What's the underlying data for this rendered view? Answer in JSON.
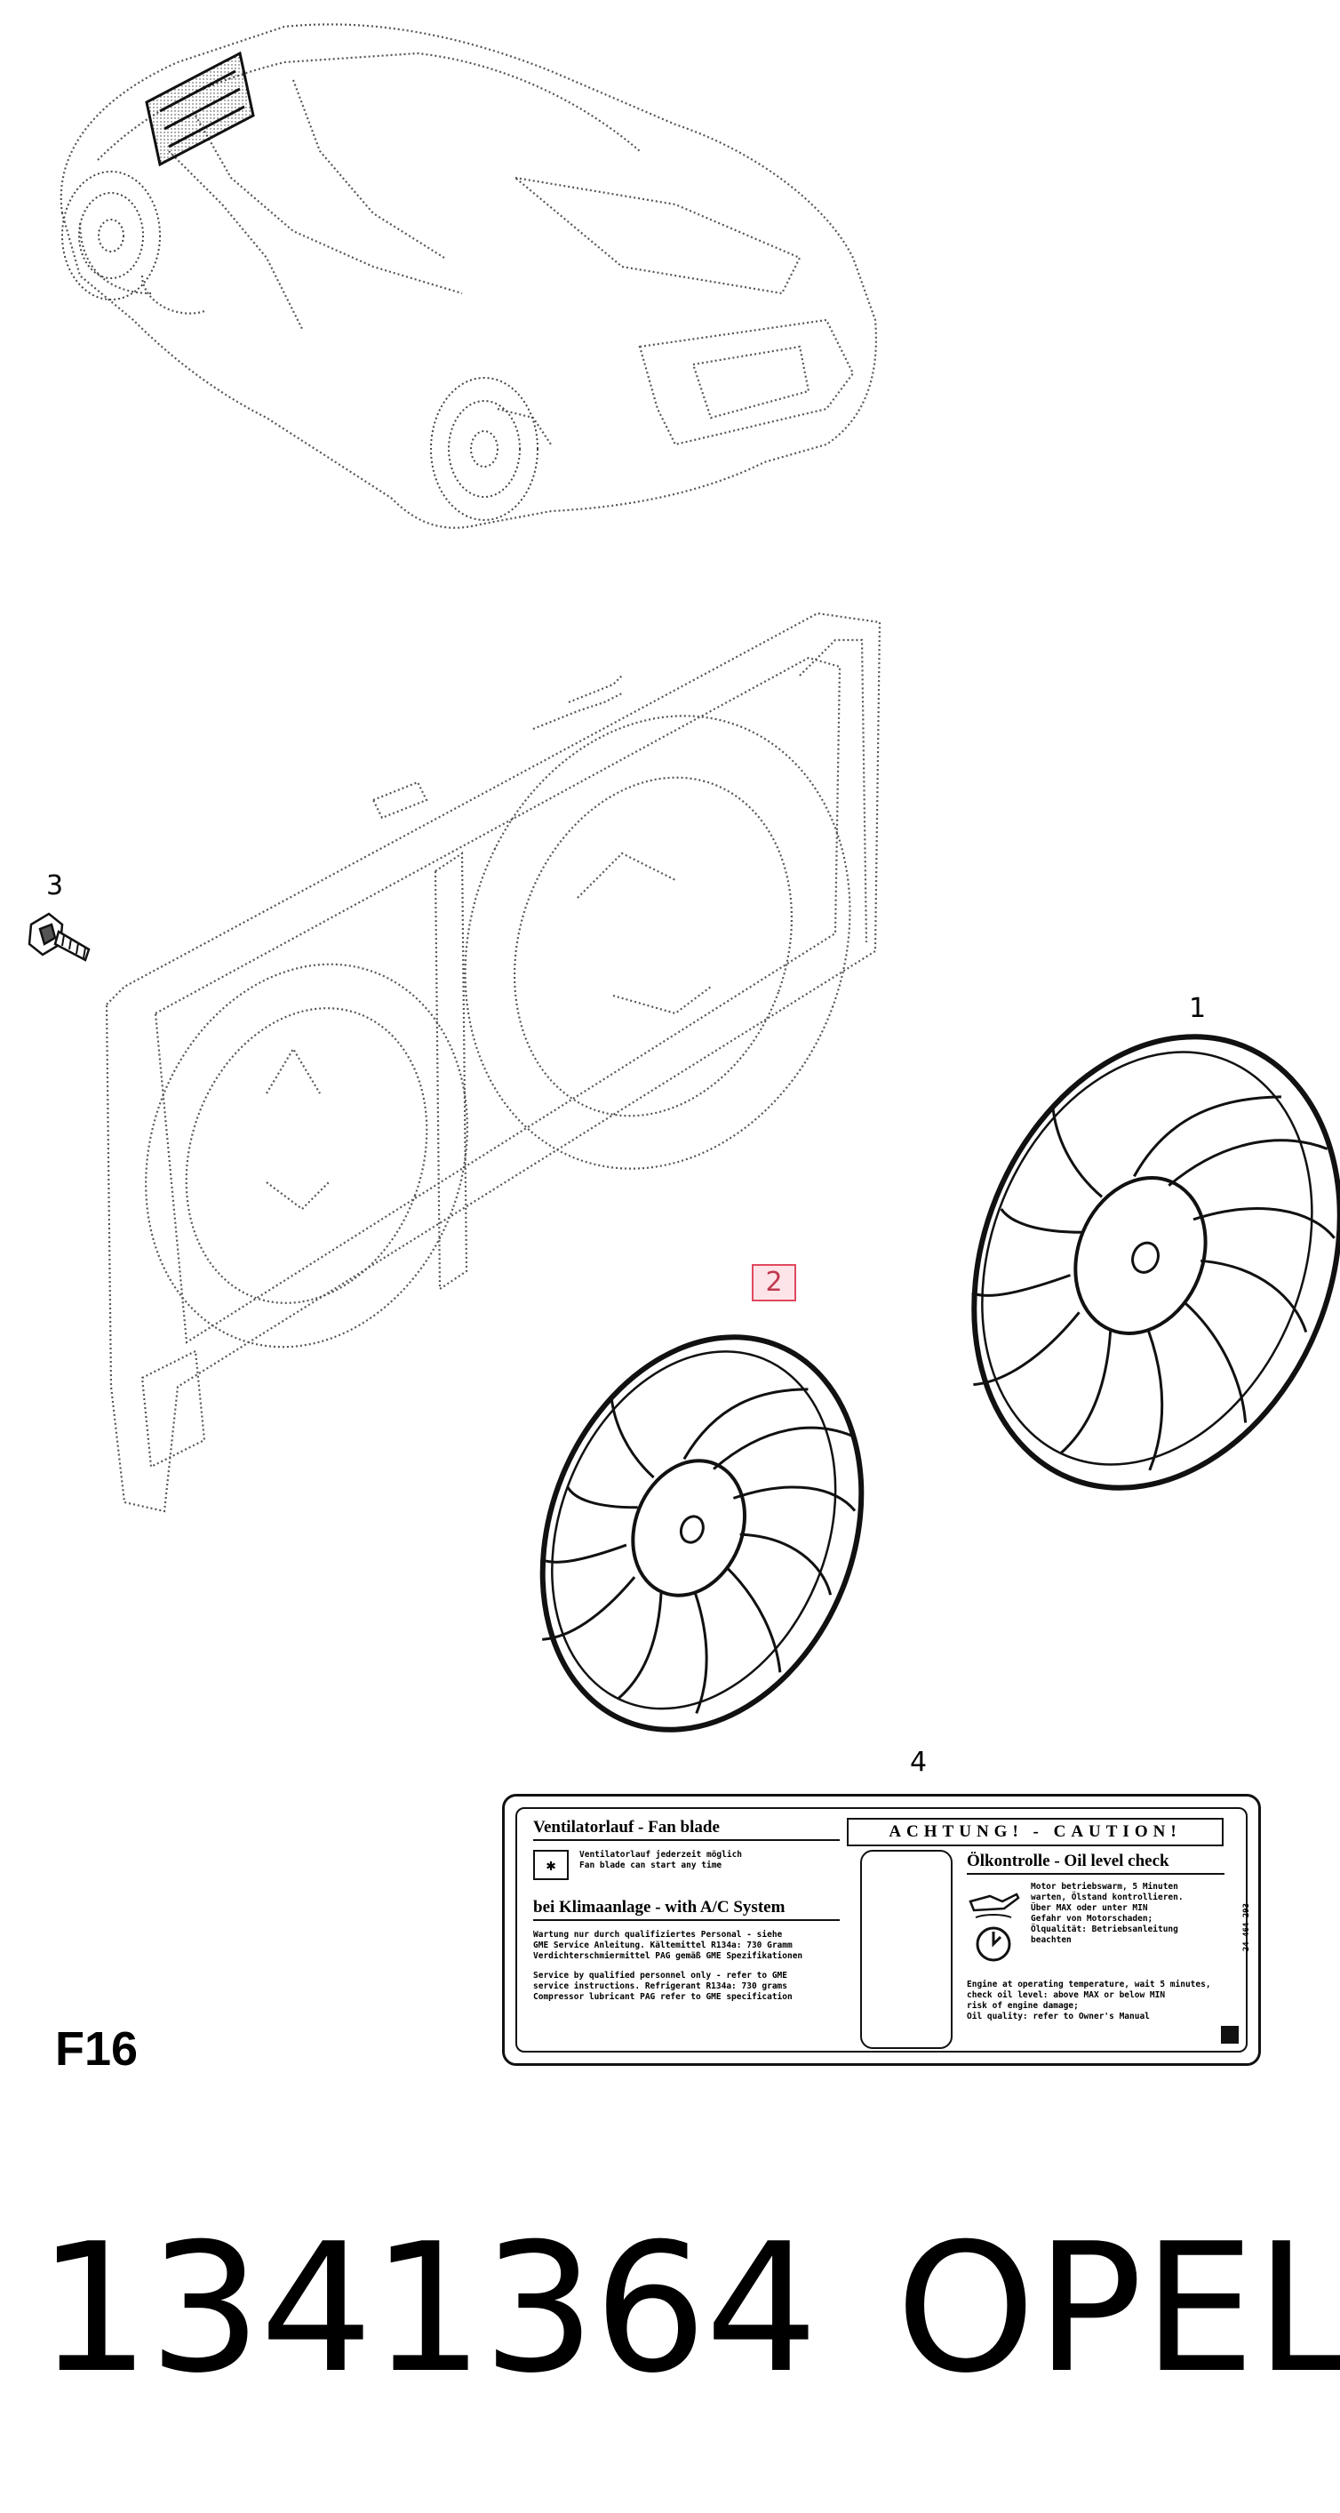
{
  "diagram": {
    "callouts": [
      {
        "id": "1",
        "text": "1"
      },
      {
        "id": "2",
        "text": "2",
        "highlighted": true
      },
      {
        "id": "3",
        "text": "3"
      },
      {
        "id": "4",
        "text": "4"
      }
    ],
    "section_code": "F16",
    "part_number": "1341364",
    "brand": "OPEL",
    "highlight_color": "#e0495e"
  },
  "label": {
    "fan_title": "Ventilatorlauf - Fan blade",
    "fan_line1": "Ventilatorlauf jederzeit möglich",
    "fan_line2": "Fan blade can start any time",
    "ac_title": "bei Klimaanlage - with A/C System",
    "ac_de1": "Wartung nur durch qualifiziertes Personal - siehe",
    "ac_de2": "GME Service Anleitung. Kältemittel R134a: 730 Gramm",
    "ac_de3": "Verdichterschmiermittel PAG gemäß GME Spezifikationen",
    "ac_en1": "Service by qualified personnel only - refer to GME",
    "ac_en2": "service instructions. Refrigerant R134a: 730 grams",
    "ac_en3": "Compressor lubricant PAG refer to GME specification",
    "caution": "ACHTUNG! - CAUTION!",
    "oil_title": "Ölkontrolle - Oil level check",
    "oil_de1": "Motor betriebswarm, 5 Minuten",
    "oil_de2": "warten, Ölstand kontrollieren.",
    "oil_de3": "Über MAX oder unter MIN",
    "oil_de4": "Gefahr von Motorschaden;",
    "oil_de5": "Ölqualität: Betriebsanleitung",
    "oil_de6": "beachten",
    "oil_en1": "Engine at operating temperature, wait 5 minutes,",
    "oil_en2": "check oil level: above MAX or below MIN",
    "oil_en3": "risk of engine damage;",
    "oil_en4": "Oil quality: refer to Owner's Manual",
    "code": "24 464 293"
  }
}
